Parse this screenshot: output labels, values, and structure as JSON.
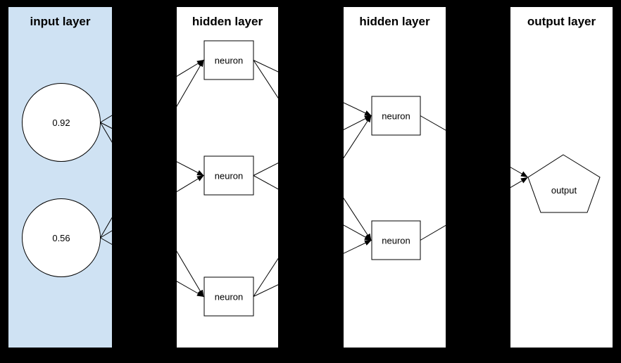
{
  "colors": {
    "background": "#000000",
    "input_panel_fill": "#cfe2f3",
    "hidden_panel_fill": "#ffffff",
    "output_panel_fill": "#ffffff",
    "node_fill": "#ffffff",
    "stroke": "#000000",
    "text": "#000000"
  },
  "diagram": {
    "layers": [
      {
        "title": "input layer",
        "panel_fill": "#cfe2f3",
        "nodes": [
          {
            "shape": "circle",
            "label": "0.92"
          },
          {
            "shape": "circle",
            "label": "0.56"
          }
        ]
      },
      {
        "title": "hidden layer",
        "panel_fill": "#ffffff",
        "nodes": [
          {
            "shape": "rectangle",
            "label": "neuron"
          },
          {
            "shape": "rectangle",
            "label": "neuron"
          },
          {
            "shape": "rectangle",
            "label": "neuron"
          }
        ]
      },
      {
        "title": "hidden layer",
        "panel_fill": "#ffffff",
        "nodes": [
          {
            "shape": "rectangle",
            "label": "neuron"
          },
          {
            "shape": "rectangle",
            "label": "neuron"
          }
        ]
      },
      {
        "title": "output layer",
        "panel_fill": "#ffffff",
        "nodes": [
          {
            "shape": "pentagon",
            "label": "output"
          }
        ]
      }
    ],
    "connections": [
      {
        "from": "input-1",
        "to": "hidden1-1"
      },
      {
        "from": "input-1",
        "to": "hidden1-2"
      },
      {
        "from": "input-1",
        "to": "hidden1-3"
      },
      {
        "from": "input-2",
        "to": "hidden1-1"
      },
      {
        "from": "input-2",
        "to": "hidden1-2"
      },
      {
        "from": "input-2",
        "to": "hidden1-3"
      },
      {
        "from": "hidden1-1",
        "to": "hidden2-1"
      },
      {
        "from": "hidden1-1",
        "to": "hidden2-2"
      },
      {
        "from": "hidden1-2",
        "to": "hidden2-1"
      },
      {
        "from": "hidden1-2",
        "to": "hidden2-2"
      },
      {
        "from": "hidden1-3",
        "to": "hidden2-1"
      },
      {
        "from": "hidden1-3",
        "to": "hidden2-2"
      },
      {
        "from": "hidden2-1",
        "to": "output-1"
      },
      {
        "from": "hidden2-2",
        "to": "output-1"
      }
    ]
  }
}
